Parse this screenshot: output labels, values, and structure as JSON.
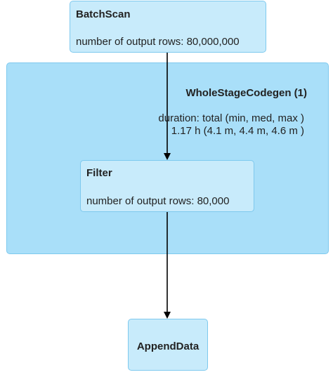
{
  "cluster": {
    "title": "WholeStageCodegen (1)",
    "metric_line1": "duration: total (min, med, max )",
    "metric_line2": "1.17 h (4.1 m, 4.4 m, 4.6 m )"
  },
  "nodes": {
    "batchscan": {
      "title": "BatchScan",
      "metric": "number of output rows: 80,000,000"
    },
    "filter": {
      "title": "Filter",
      "metric": "number of output rows: 80,000"
    },
    "appenddata": {
      "title": "AppendData"
    }
  },
  "colors": {
    "cluster_fill": "#a9dff9",
    "node_fill": "#c8ebfb",
    "border": "#7ec9ee",
    "edge": "#000000"
  }
}
